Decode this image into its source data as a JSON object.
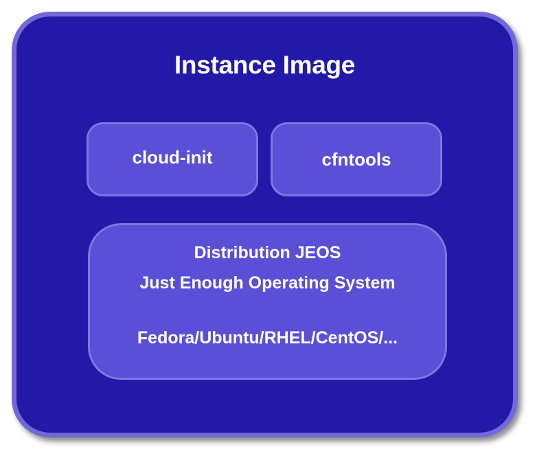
{
  "diagram": {
    "title": "Instance Image",
    "components": {
      "cloud_init": "cloud-init",
      "cfntools": "cfntools"
    },
    "jeos": {
      "line1": "Distribution JEOS",
      "line2": "Just Enough Operating System",
      "line3": "Fedora/Ubuntu/RHEL/CentOS/..."
    },
    "colors": {
      "outer_fill": "#2219a8",
      "outer_border": "#7468d8",
      "inner_fill": "#5a4fd6",
      "inner_border": "#7f75e2",
      "text": "#ffffff"
    }
  }
}
